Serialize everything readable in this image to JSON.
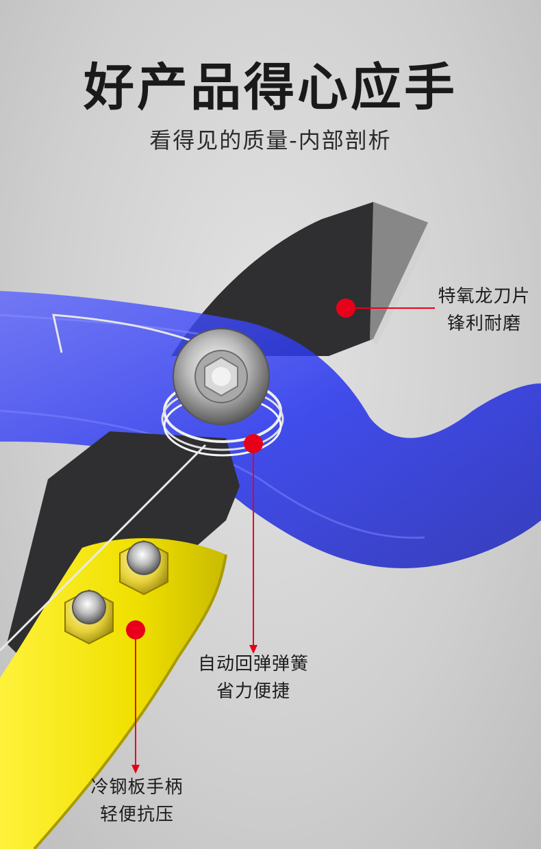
{
  "title": "好产品得心应手",
  "subtitle": "看得见的质量-内部剖析",
  "callouts": {
    "blade": {
      "line1": "特氧龙刀片",
      "line2": "锋利耐磨"
    },
    "spring": {
      "line1": "自动回弹弹簧",
      "line2": "省力便捷"
    },
    "handle": {
      "line1": "冷钢板手柄",
      "line2": "轻便抗压"
    }
  },
  "colors": {
    "marker": "#e8001a",
    "handle_yellow": "#f2e600",
    "grip_blue": "#2b36f0",
    "blade_dark": "#2f2f31"
  }
}
